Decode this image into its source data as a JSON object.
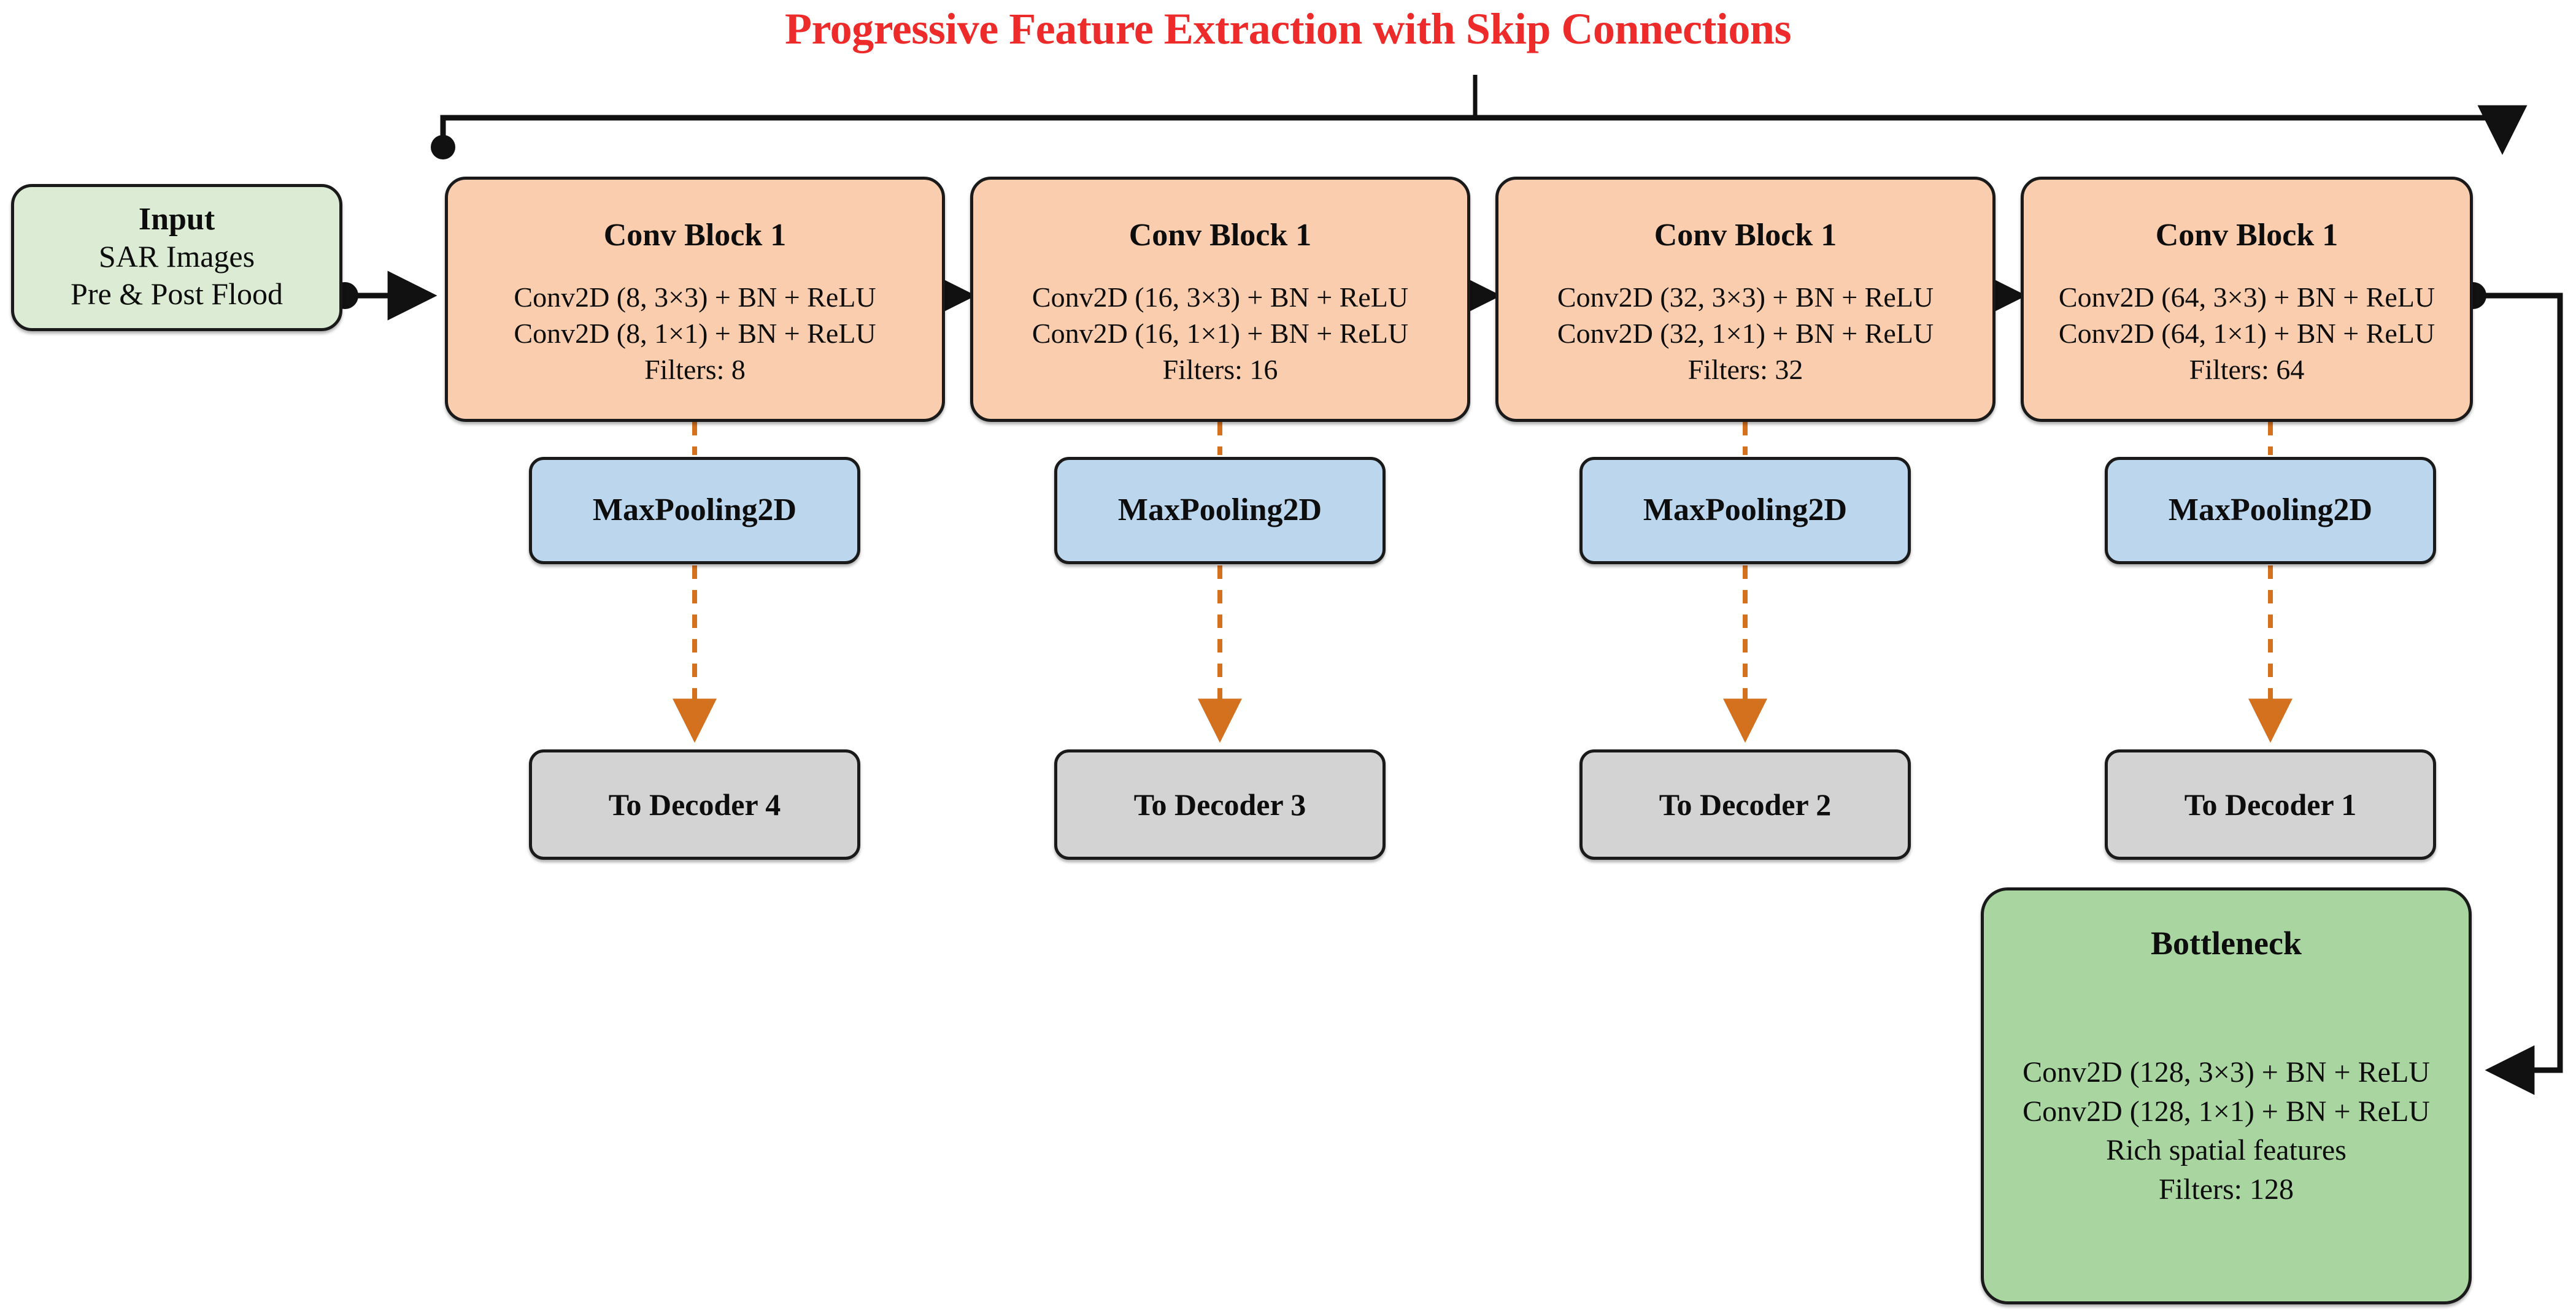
{
  "title": "Progressive Feature Extraction with Skip Connections",
  "colors": {
    "title": "#ee2b2b",
    "input_fill": "#dcecd4",
    "conv_fill": "#f9cdad",
    "pool_fill": "#bcd7ed",
    "decoder_fill": "#d3d3d3",
    "bottleneck_fill": "#a9d5a0",
    "border": "#1a1a1a",
    "skip_arrow": "#d4711f",
    "flow_arrow": "#111111"
  },
  "input": {
    "title": "Input",
    "line1": "SAR Images",
    "line2": "Pre & Post Flood"
  },
  "conv_blocks": [
    {
      "title": "Conv Block 1",
      "line1": "Conv2D (8, 3×3) + BN + ReLU",
      "line2": "Conv2D (8, 1×1) + BN + ReLU",
      "line3": "Filters: 8"
    },
    {
      "title": "Conv Block 1",
      "line1": "Conv2D (16, 3×3) + BN + ReLU",
      "line2": "Conv2D (16, 1×1) + BN + ReLU",
      "line3": "Filters: 16"
    },
    {
      "title": "Conv Block 1",
      "line1": "Conv2D (32, 3×3) + BN + ReLU",
      "line2": "Conv2D (32, 1×1) + BN + ReLU",
      "line3": "Filters: 32"
    },
    {
      "title": "Conv Block 1",
      "line1": "Conv2D (64, 3×3) + BN + ReLU",
      "line2": "Conv2D (64, 1×1) + BN + ReLU",
      "line3": "Filters: 64"
    }
  ],
  "pool_blocks": [
    {
      "label": "MaxPooling2D"
    },
    {
      "label": "MaxPooling2D"
    },
    {
      "label": "MaxPooling2D"
    },
    {
      "label": "MaxPooling2D"
    }
  ],
  "decoder_blocks": [
    {
      "label": "To Decoder 4"
    },
    {
      "label": "To Decoder 3"
    },
    {
      "label": "To Decoder 2"
    },
    {
      "label": "To Decoder 1"
    }
  ],
  "bottleneck": {
    "title": "Bottleneck",
    "line1": "Conv2D (128, 3×3) + BN + ReLU",
    "line2": "Conv2D (128, 1×1) + BN + ReLU",
    "line3": "Rich spatial features",
    "line4": "Filters: 128"
  }
}
